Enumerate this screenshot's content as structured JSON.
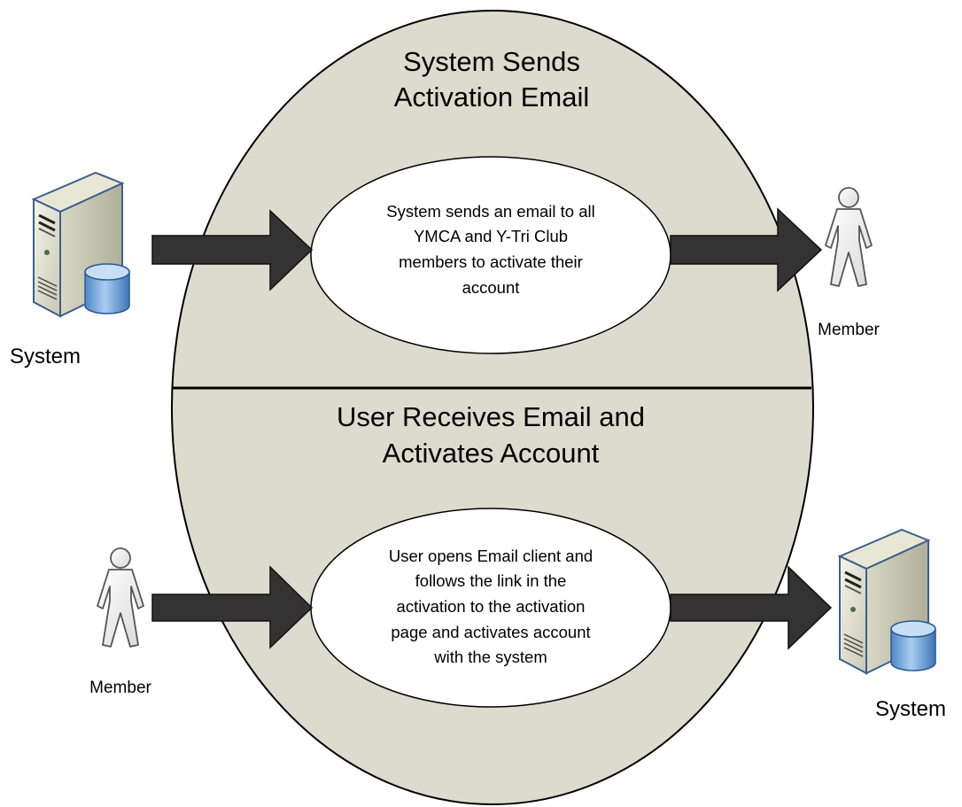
{
  "colors": {
    "outer_fill": "#dcdbcd",
    "inner_fill": "#ffffff",
    "arrow_fill": "#333333",
    "stroke": "#000000"
  },
  "top_section": {
    "title_lines": [
      "System Sends",
      "Activation Email"
    ],
    "description_lines": [
      "System sends an email to all",
      "YMCA and Y-Tri Club",
      "members to activate their",
      "account"
    ],
    "source_actor": {
      "label": "System",
      "icon": "server-database-icon"
    },
    "target_actor": {
      "label": "Member",
      "icon": "person-icon"
    }
  },
  "bottom_section": {
    "title_lines": [
      "User Receives Email and",
      "Activates Account"
    ],
    "description_lines": [
      "User opens Email client and",
      "follows the link in the",
      "activation to the activation",
      "page and activates account",
      "with the system"
    ],
    "source_actor": {
      "label": "Member",
      "icon": "person-icon"
    },
    "target_actor": {
      "label": "System",
      "icon": "server-database-icon"
    }
  }
}
